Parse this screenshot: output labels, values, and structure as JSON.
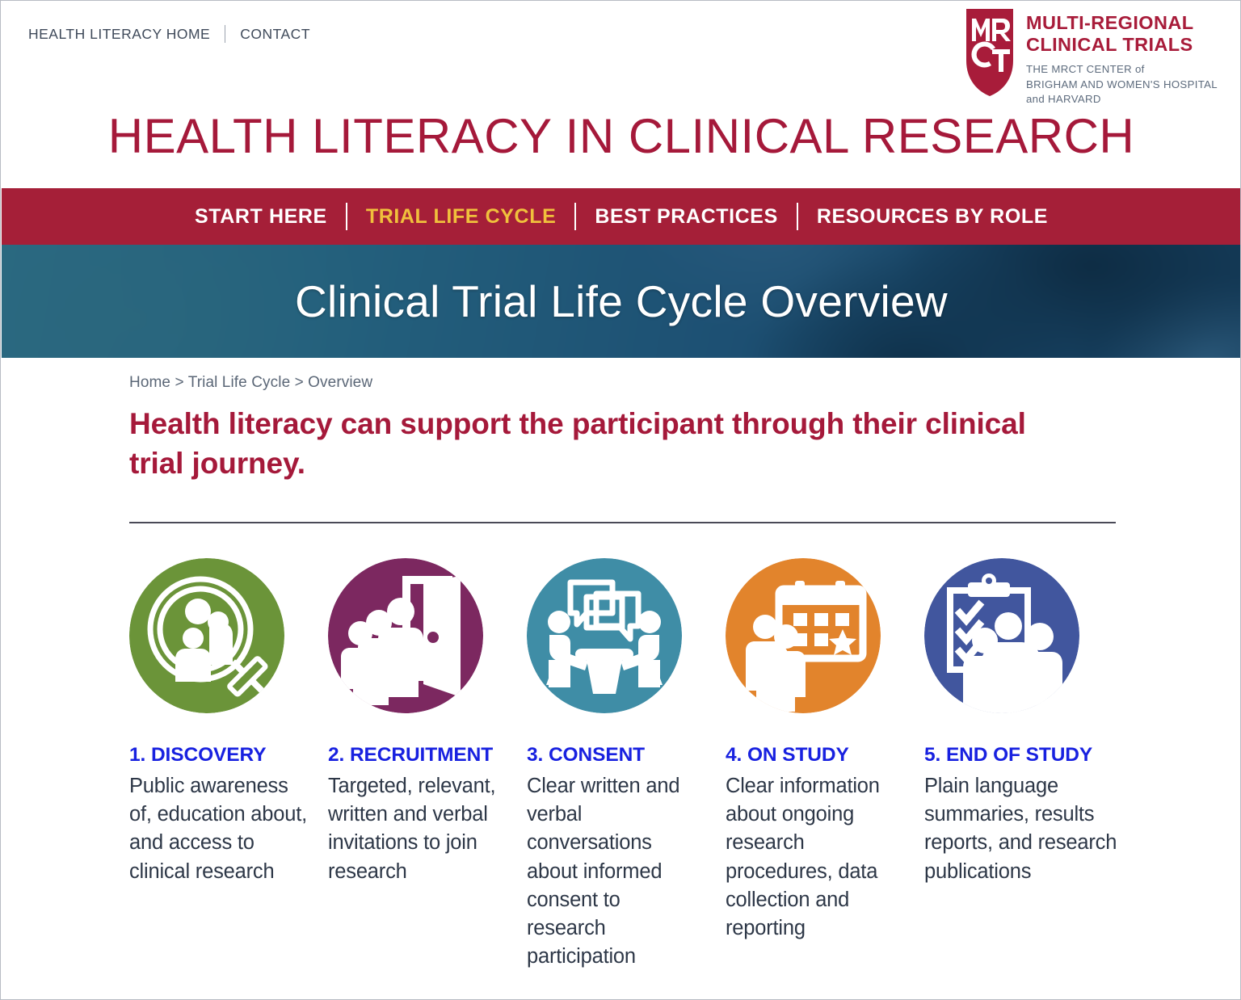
{
  "utility_nav": {
    "links": [
      {
        "label": "HEALTH LITERACY HOME"
      },
      {
        "label": "CONTACT"
      }
    ]
  },
  "logo": {
    "monogram": "MRCT",
    "title_line1": "MULTI-REGIONAL",
    "title_line2": "CLINICAL TRIALS",
    "sub_line1": "THE MRCT CENTER of",
    "sub_line2": "BRIGHAM AND WOMEN'S HOSPITAL",
    "sub_line3": "and HARVARD",
    "color": "#a81c3a"
  },
  "site_title": "HEALTH LITERACY IN CLINICAL RESEARCH",
  "main_nav": {
    "background": "#a51f38",
    "active_color": "#f0c03c",
    "items": [
      {
        "label": "START HERE",
        "active": false
      },
      {
        "label": "TRIAL LIFE CYCLE",
        "active": true
      },
      {
        "label": "BEST PRACTICES",
        "active": false
      },
      {
        "label": "RESOURCES BY ROLE",
        "active": false
      }
    ]
  },
  "hero": {
    "title": "Clinical Trial Life Cycle Overview"
  },
  "main": {
    "breadcrumb": "Home > Trial Life Cycle > Overview",
    "heading": "Health literacy can support the participant through their clinical trial journey.",
    "heading_color": "#a5193a",
    "steps": [
      {
        "title": "1. DISCOVERY",
        "body": "Public awareness of, education about, and access to clinical research",
        "icon": "magnifier-people-icon",
        "color": "#6b9439"
      },
      {
        "title": "2. RECRUITMENT",
        "body": "Targeted, relevant, written and verbal invitations to join research",
        "icon": "open-door-people-icon",
        "color": "#7c2860"
      },
      {
        "title": "3. CONSENT",
        "body": "Clear written and verbal conversations about informed consent to research participation",
        "icon": "discussion-table-icon",
        "color": "#3f8da6"
      },
      {
        "title": "4. ON STUDY",
        "body": "Clear information about ongoing research procedures, data collection and reporting",
        "icon": "calendar-people-icon",
        "color": "#e2842c"
      },
      {
        "title": "5. END OF STUDY",
        "body": "Plain language summaries, results reports, and research publications",
        "icon": "clipboard-checklist-people-icon",
        "color": "#41569e"
      }
    ]
  }
}
